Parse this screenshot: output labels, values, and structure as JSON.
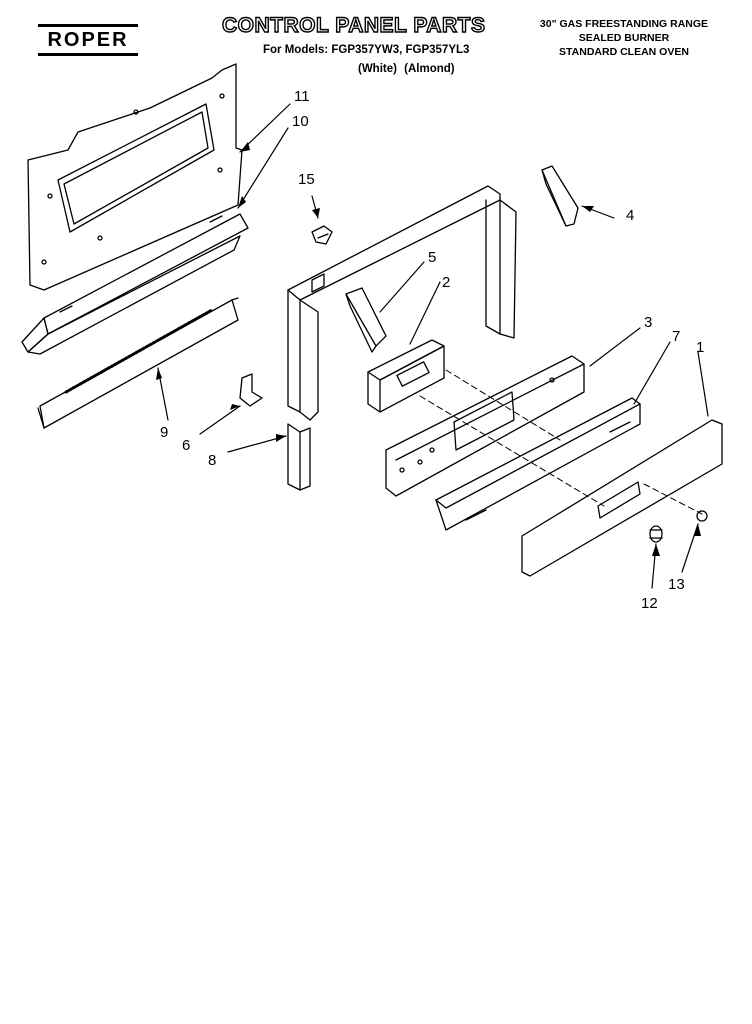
{
  "header": {
    "brand": "ROPER",
    "title": "CONTROL PANEL PARTS",
    "models": "For Models: FGP357YW3, FGP357YL3",
    "colors": "(White)   (Almond)",
    "description": [
      "30\" GAS FREESTANDING RANGE",
      "SEALED BURNER",
      "STANDARD CLEAN OVEN"
    ]
  },
  "callouts": [
    "1",
    "2",
    "3",
    "4",
    "5",
    "6",
    "7",
    "8",
    "9",
    "10",
    "11",
    "12",
    "13",
    "15"
  ],
  "colors": {
    "ink": "#000000",
    "paper": "#ffffff"
  }
}
